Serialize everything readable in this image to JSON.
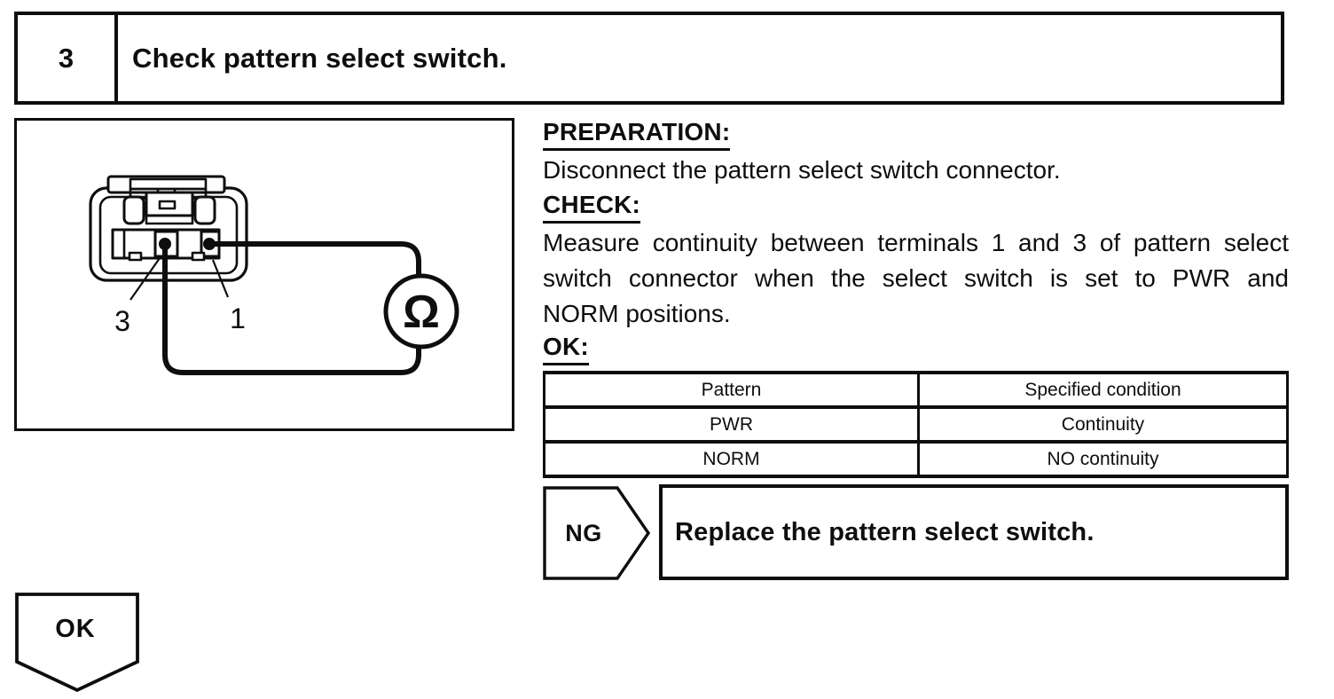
{
  "paper_color": "#ffffff",
  "ink_color": "#0e0e0e",
  "header": {
    "step_number": "3",
    "title": "Check pattern select switch."
  },
  "figure": {
    "terminal_left_label": "3",
    "terminal_right_label": "1",
    "ohmmeter_symbol": "Ω"
  },
  "instructions": {
    "preparation_heading": "PREPARATION:",
    "preparation_text": "Disconnect the pattern select switch connector.",
    "check_heading": "CHECK:",
    "check_lines": [
      "Measure continuity between terminals 1 and 3 of pattern select",
      "switch connector when the select switch is set to PWR and",
      "NORM positions."
    ],
    "ok_heading": "OK:"
  },
  "result_table": {
    "columns": [
      "Pattern",
      "Specified condition"
    ],
    "rows": [
      [
        "PWR",
        "Continuity"
      ],
      [
        "NORM",
        "NO continuity"
      ]
    ]
  },
  "ng": {
    "label": "NG",
    "action": "Replace the pattern select switch."
  },
  "ok_flow": {
    "label": "OK"
  }
}
